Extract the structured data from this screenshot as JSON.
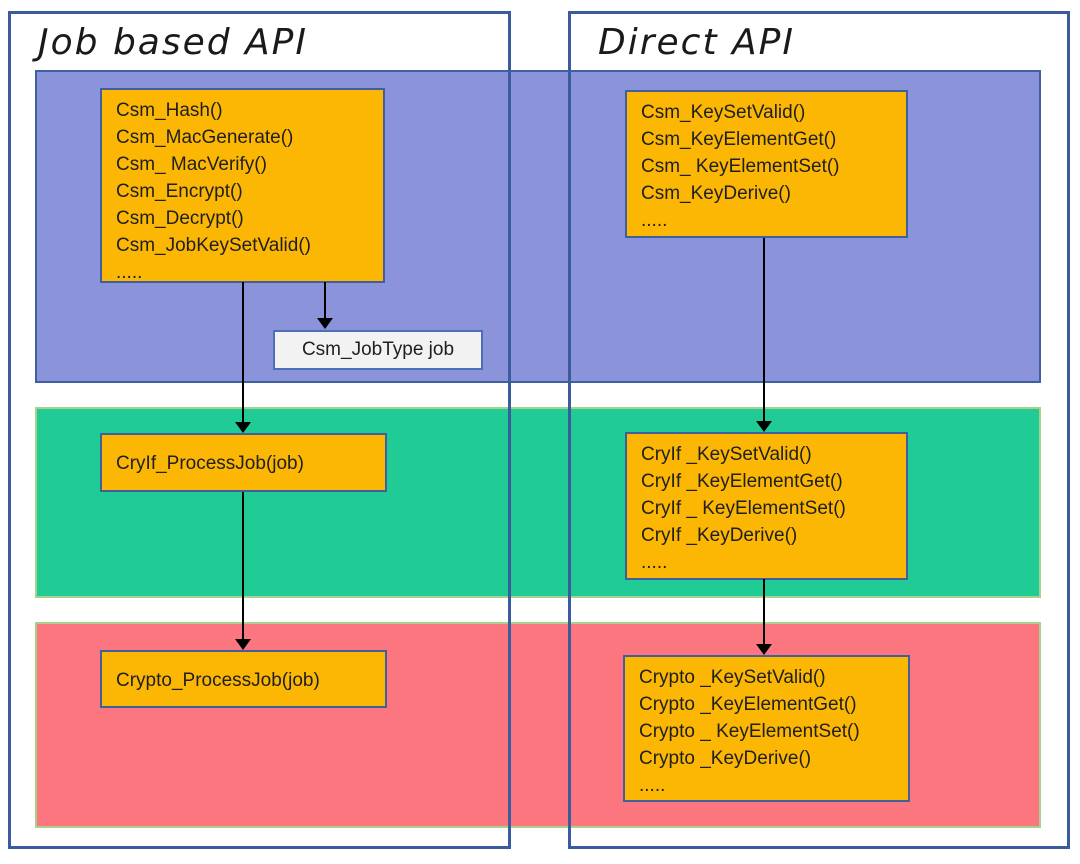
{
  "frames": {
    "job_based": {
      "title": "Job based API"
    },
    "direct": {
      "title": "Direct API"
    }
  },
  "layers": [
    {
      "id": "csm",
      "color": "#8b94da",
      "border": "#3f5f9e"
    },
    {
      "id": "cryif",
      "color": "#21cb96",
      "border": "#a9d18e"
    },
    {
      "id": "crypto",
      "color": "#fc7680",
      "border": "#a9d18e"
    }
  ],
  "boxes": {
    "csm_job_api": {
      "lines": [
        "Csm_Hash()",
        "Csm_MacGenerate()",
        "Csm_ MacVerify()",
        "Csm_Encrypt()",
        "Csm_Decrypt()",
        "Csm_JobKeySetValid()",
        "....."
      ]
    },
    "csm_job_type": {
      "label": "Csm_JobType job"
    },
    "csm_direct_api": {
      "lines": [
        "Csm_KeySetValid()",
        "Csm_KeyElementGet()",
        "Csm_ KeyElementSet()",
        "Csm_KeyDerive()",
        "....."
      ]
    },
    "cryif_job_api": {
      "label": "CryIf_ProcessJob(job)"
    },
    "cryif_direct_api": {
      "lines": [
        "CryIf _KeySetValid()",
        "CryIf _KeyElementGet()",
        "CryIf _ KeyElementSet()",
        "CryIf _KeyDerive()",
        "....."
      ]
    },
    "crypto_job_api": {
      "label": "Crypto_ProcessJob(job)"
    },
    "crypto_direct_api": {
      "lines": [
        "Crypto _KeySetValid()",
        "Crypto _KeyElementGet()",
        "Crypto _ KeyElementSet()",
        "Crypto _KeyDerive()",
        "....."
      ]
    }
  },
  "colors": {
    "frame_border": "#3a5c9c",
    "function_box_fill": "#fcb705",
    "function_box_border": "#3f5f9e",
    "jobtype_box_fill": "#f2f2f2",
    "jobtype_box_border": "#4a6fb8",
    "arrow": "#000000",
    "text": "#1f1f1f"
  }
}
